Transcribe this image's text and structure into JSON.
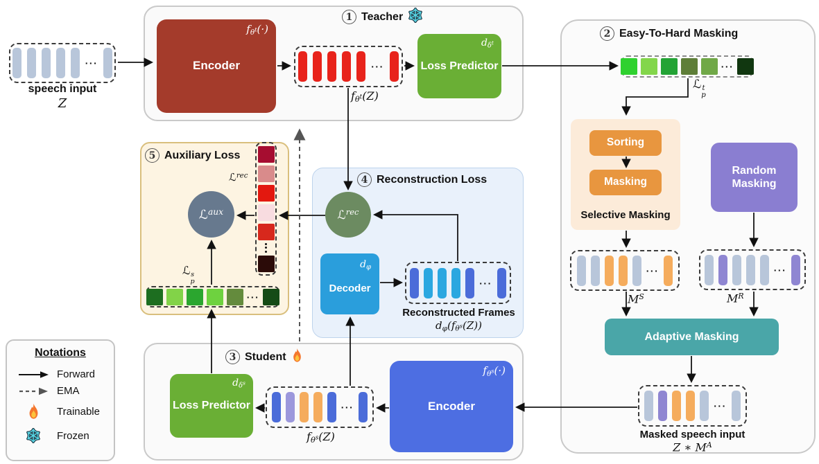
{
  "colors": {
    "teacher_encoder": "#a43b2b",
    "loss_predictor": "#6aaf35",
    "sorting_orange": "#e8963f",
    "selective_bg": "#fcebd9",
    "random_purple": "#8a7ed1",
    "adaptive_teal": "#4aa6a8",
    "decoder_blue": "#2a9edc",
    "student_encoder": "#4d6ee2",
    "aux_circle": "#67798e",
    "rec_circle": "#6c8b61",
    "bar_gray": "#b8c6da",
    "bar_red": "#e8231b",
    "bar_orange": "#f5ac5d",
    "bar_purple": "#8f86d2",
    "bar_purple2": "#9c98dc",
    "bar_blue": "#4b6cd9",
    "bar_cyan": "#2ba7e0"
  },
  "speech_input": {
    "label": "speech input",
    "symbol": [
      {
        "t": "Z"
      }
    ],
    "bars": [
      "gray",
      "gray",
      "gray",
      "gray",
      "gray",
      "dots",
      "gray"
    ]
  },
  "teacher": {
    "number": "1",
    "title": "Teacher",
    "encoder_label": "Encoder",
    "encoder_fn": [
      {
        "t": "f"
      },
      {
        "t": "θ",
        "v": "d"
      },
      {
        "t": "t",
        "v": "du"
      },
      {
        "t": "(·)"
      }
    ],
    "output_fn": [
      {
        "t": "f"
      },
      {
        "t": "θ",
        "v": "d"
      },
      {
        "t": "t",
        "v": "du"
      },
      {
        "t": "(Z)"
      }
    ],
    "predictor_label": "Loss Predictor",
    "predictor_fn": [
      {
        "t": "d"
      },
      {
        "t": "δ",
        "v": "d"
      },
      {
        "t": "t",
        "v": "du"
      }
    ],
    "bars": [
      "red",
      "red",
      "red",
      "red",
      "red",
      "dots",
      "red"
    ]
  },
  "masking_panel": {
    "number": "2",
    "title": "Easy-To-Hard Masking",
    "lpt_label": [
      {
        "t": "ℒ"
      },
      {
        "t": "t,p",
        "v": "stack"
      }
    ],
    "lpt_squares": [
      "#2fd12f",
      "#83d64b",
      "#23a335",
      "#5e7e38",
      "#70a847",
      "dots",
      "#113710"
    ],
    "sorting_label": "Sorting",
    "masking_label": "Masking",
    "selective_label": "Selective Masking",
    "random_label": "Random Masking",
    "adaptive_label": "Adaptive Masking",
    "ms_label": [
      {
        "t": "M"
      },
      {
        "t": "S",
        "v": "u"
      }
    ],
    "mr_label": [
      {
        "t": "M"
      },
      {
        "t": "R",
        "v": "u"
      }
    ],
    "ms_bars": [
      "gray",
      "gray",
      "orange",
      "orange",
      "gray",
      "dots",
      "orange"
    ],
    "mr_bars": [
      "gray",
      "purple",
      "gray",
      "gray",
      "gray",
      "dots",
      "purple"
    ],
    "masked_label": "Masked speech input",
    "masked_formula": [
      {
        "t": "Z ∗ M"
      },
      {
        "t": "A",
        "v": "u"
      }
    ],
    "masked_bars": [
      "gray",
      "purple",
      "orange",
      "orange",
      "gray",
      "dots",
      "gray"
    ]
  },
  "student": {
    "number": "3",
    "title": "Student",
    "encoder_label": "Encoder",
    "encoder_fn": [
      {
        "t": "f"
      },
      {
        "t": "θ",
        "v": "d"
      },
      {
        "t": "s",
        "v": "du"
      },
      {
        "t": "(·)"
      }
    ],
    "output_fn": [
      {
        "t": "f"
      },
      {
        "t": "θ",
        "v": "d"
      },
      {
        "t": "s",
        "v": "du"
      },
      {
        "t": "(Z)"
      }
    ],
    "predictor_label": "Loss Predictor",
    "predictor_fn": [
      {
        "t": "d"
      },
      {
        "t": "δ",
        "v": "d"
      },
      {
        "t": "s",
        "v": "du"
      }
    ],
    "bars": [
      "blue",
      "purple2",
      "orange",
      "orange",
      "blue",
      "dots",
      "blue"
    ]
  },
  "reconstruction": {
    "number": "4",
    "title": "Reconstruction Loss",
    "lrec_label": [
      {
        "t": "ℒ"
      },
      {
        "t": "rec",
        "v": "u"
      }
    ],
    "decoder_label": "Decoder",
    "decoder_fn": [
      {
        "t": "d"
      },
      {
        "t": "φ",
        "v": "d"
      }
    ],
    "frames_label": "Reconstructed Frames",
    "frames_formula": [
      {
        "t": "d"
      },
      {
        "t": "φ",
        "v": "d"
      },
      {
        "t": "(f"
      },
      {
        "t": "θ",
        "v": "d"
      },
      {
        "t": "s",
        "v": "du"
      },
      {
        "t": "(Z))"
      }
    ],
    "bars": [
      "blue",
      "cyan",
      "cyan",
      "cyan",
      "blue",
      "dots",
      "blue"
    ]
  },
  "auxiliary": {
    "number": "5",
    "title": "Auxiliary Loss",
    "lrec_label": [
      {
        "t": "ℒ"
      },
      {
        "t": "rec",
        "v": "u"
      }
    ],
    "laux_label": [
      {
        "t": "ℒ"
      },
      {
        "t": "aux",
        "v": "u"
      }
    ],
    "lps_label": [
      {
        "t": "ℒ"
      },
      {
        "t": "s,p",
        "v": "stack"
      }
    ],
    "red_squares": [
      "#a60d30",
      "#d98b8b",
      "#e3180f",
      "#f8dce0",
      "#d7281c",
      "vdots",
      "#2b0b08"
    ],
    "green_squares": [
      "#1d6e20",
      "#82d348",
      "#2ba62f",
      "#6ed23f",
      "#648b3d",
      "dots",
      "#154b16"
    ]
  },
  "legend": {
    "title": "Notations",
    "forward_label": "Forward",
    "ema_label": "EMA",
    "trainable_label": "Trainable",
    "frozen_label": "Frozen"
  }
}
